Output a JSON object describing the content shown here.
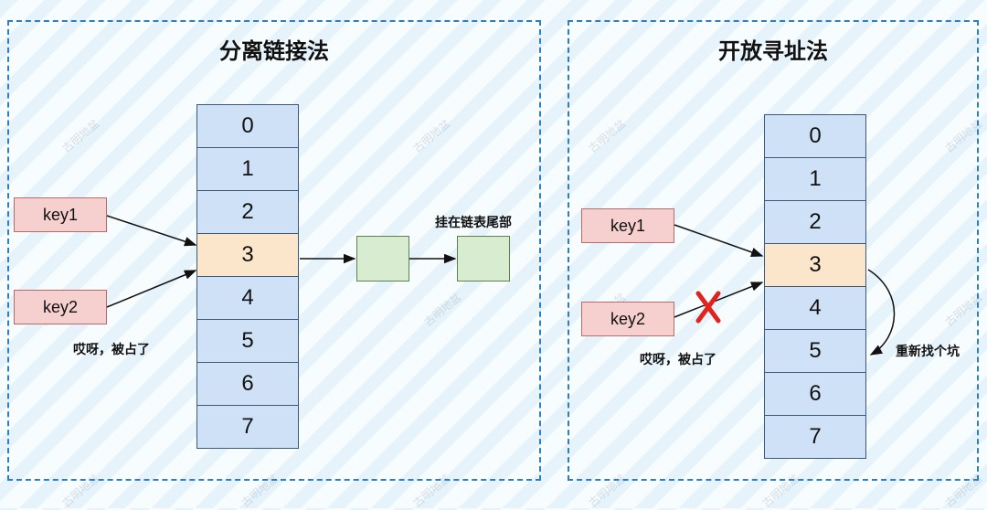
{
  "watermark": "古明地盆",
  "left": {
    "title": "分离链接法",
    "slots": [
      "0",
      "1",
      "2",
      "3",
      "4",
      "5",
      "6",
      "7"
    ],
    "keys": [
      "key1",
      "key2"
    ],
    "collision_note": "哎呀，被占了",
    "chain_note": "挂在链表尾部"
  },
  "right": {
    "title": "开放寻址法",
    "slots": [
      "0",
      "1",
      "2",
      "3",
      "4",
      "5",
      "6",
      "7"
    ],
    "keys": [
      "key1",
      "key2"
    ],
    "collision_note": "哎呀，被占了",
    "probe_note": "重新找个坑"
  },
  "colors": {
    "slot": "#cfe1f6",
    "occupied_slot": "#fbe6cb",
    "key_box": "#f6cfcf",
    "chain_node": "#d8eccf",
    "reject_mark": "#e0231c",
    "panel_border": "#2f7fc0"
  }
}
